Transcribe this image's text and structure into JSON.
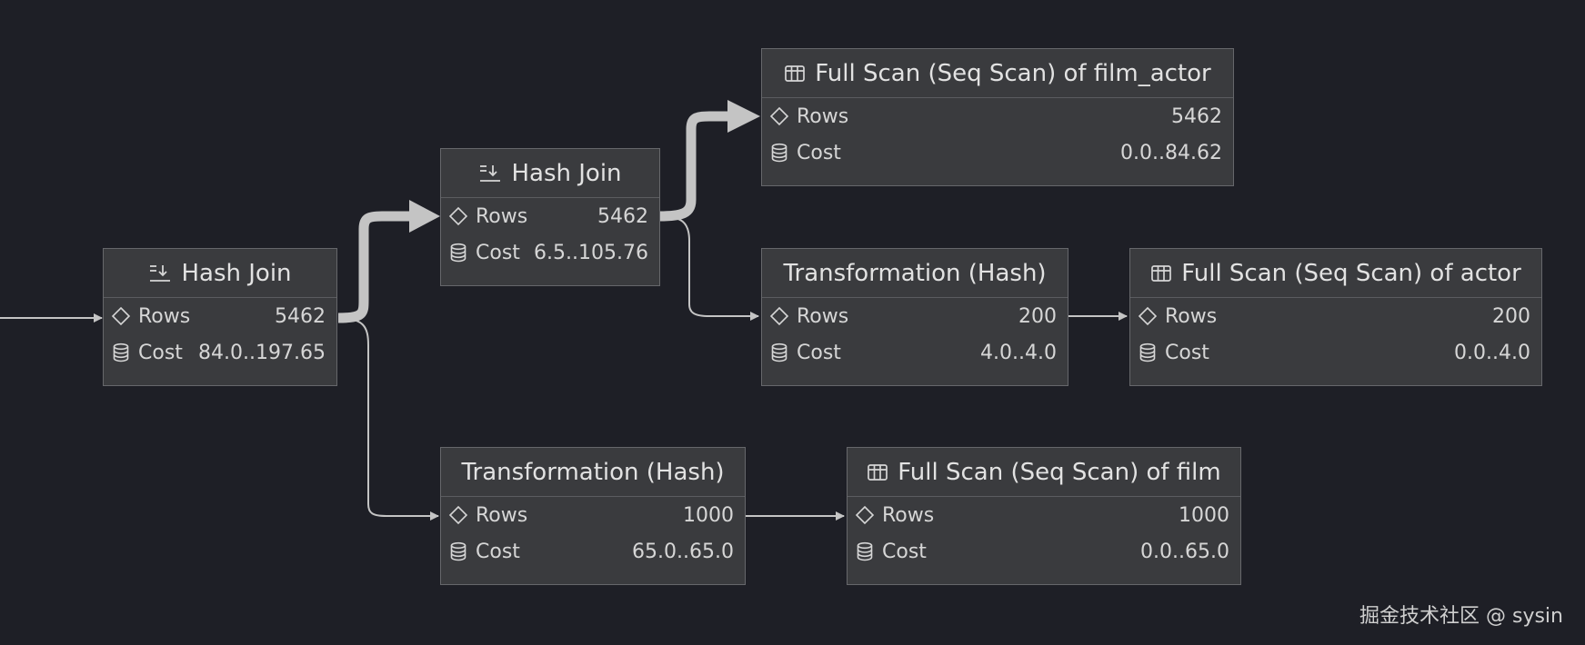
{
  "rows_label": "Rows",
  "cost_label": "Cost",
  "nodes": [
    {
      "id": "n1",
      "title": "Hash Join",
      "icon": "hash-join-icon",
      "rows": "5462",
      "cost": "84.0..197.65"
    },
    {
      "id": "n2",
      "title": "Hash Join",
      "icon": "hash-join-icon",
      "rows": "5462",
      "cost": "6.5..105.76"
    },
    {
      "id": "n3",
      "title": "Full Scan (Seq Scan) of film_actor",
      "icon": "table-icon",
      "rows": "5462",
      "cost": "0.0..84.62"
    },
    {
      "id": "n4",
      "title": "Transformation (Hash)",
      "icon": "",
      "rows": "200",
      "cost": "4.0..4.0"
    },
    {
      "id": "n5",
      "title": "Full Scan (Seq Scan) of actor",
      "icon": "table-icon",
      "rows": "200",
      "cost": "0.0..4.0"
    },
    {
      "id": "n6",
      "title": "Transformation (Hash)",
      "icon": "",
      "rows": "1000",
      "cost": "65.0..65.0"
    },
    {
      "id": "n7",
      "title": "Full Scan (Seq Scan) of film",
      "icon": "table-icon",
      "rows": "1000",
      "cost": "0.0..65.0"
    }
  ],
  "watermark": "掘金技术社区 @ sysin",
  "colors": {
    "background": "#1e1f26",
    "node": "#3a3b3e",
    "border": "#66676b",
    "edge": "#c4c4c4"
  }
}
